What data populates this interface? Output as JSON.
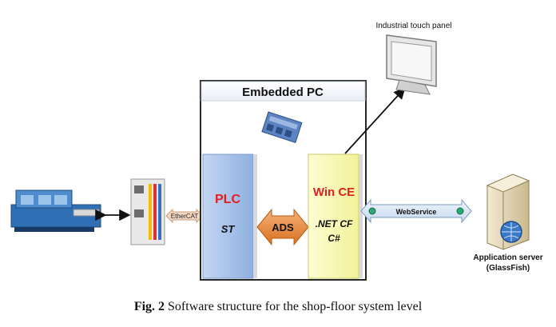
{
  "embedded_pc": {
    "title": "Embedded PC"
  },
  "plc": {
    "title": "PLC",
    "lang": "ST"
  },
  "wince": {
    "title": "Win CE",
    "framework": ".NET CF",
    "lang": "C#"
  },
  "ads_label": "ADS",
  "ethercat_label": "EtherCAT",
  "webservice_label": "WebService",
  "touch_panel_label": "Industrial touch panel",
  "app_server": {
    "line1": "Application server",
    "line2": "(GlassFish)"
  },
  "caption": {
    "fig": "Fig. 2",
    "text": "Software structure for the shop-floor system level"
  },
  "colors": {
    "plc_fill": "#a9c4ec",
    "wince_fill": "#fbfbb4",
    "arrow_orange": "#e8893a",
    "webservice_fill": "#dde9f6",
    "ethercat_fill": "#f4d8c2"
  }
}
